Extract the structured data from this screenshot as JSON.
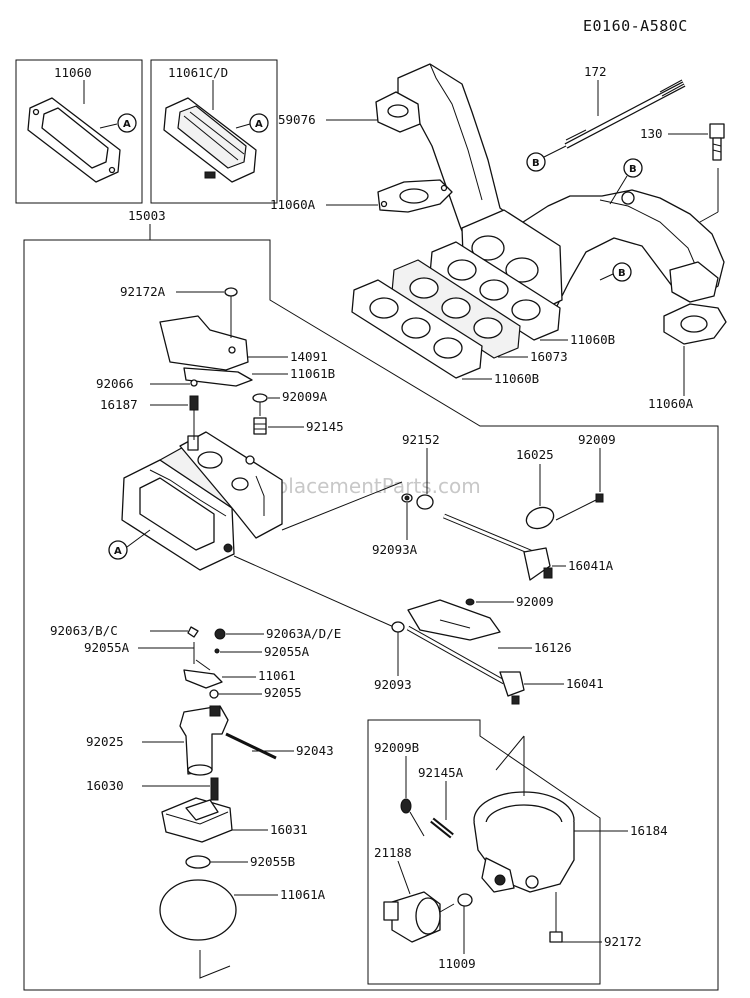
{
  "diagram_code": "E0160-A580C",
  "watermark": "eReplacementParts.com",
  "callouts": {
    "a": "A",
    "b": "B"
  },
  "labels": {
    "p11060": "11060",
    "p11061cd": "11061C/D",
    "p15003": "15003",
    "p172": "172",
    "p130": "130",
    "p59076": "59076",
    "p11060a_left": "11060A",
    "p11060a_right": "11060A",
    "p11060b_1": "11060B",
    "p16073": "16073",
    "p11060b_2": "11060B",
    "p92172a": "92172A",
    "p14091": "14091",
    "p11061b": "11061B",
    "p92066": "92066",
    "p92009a": "92009A",
    "p16187": "16187",
    "p92145": "92145",
    "p92152": "92152",
    "p16025": "16025",
    "p92009_top": "92009",
    "p92093a": "92093A",
    "p16041a": "16041A",
    "p92009_mid": "92009",
    "p16126": "16126",
    "p92093": "92093",
    "p16041": "16041",
    "p92063bc": "92063/B/C",
    "p92063ade": "92063A/D/E",
    "p92055a_l": "92055A",
    "p92055a_r": "92055A",
    "p11061": "11061",
    "p92055": "92055",
    "p92025": "92025",
    "p92043": "92043",
    "p16030": "16030",
    "p16031": "16031",
    "p92055b": "92055B",
    "p11061a": "11061A",
    "p92009b": "92009B",
    "p92145a": "92145A",
    "p16184": "16184",
    "p21188": "21188",
    "p11009": "11009",
    "p92172": "92172"
  }
}
